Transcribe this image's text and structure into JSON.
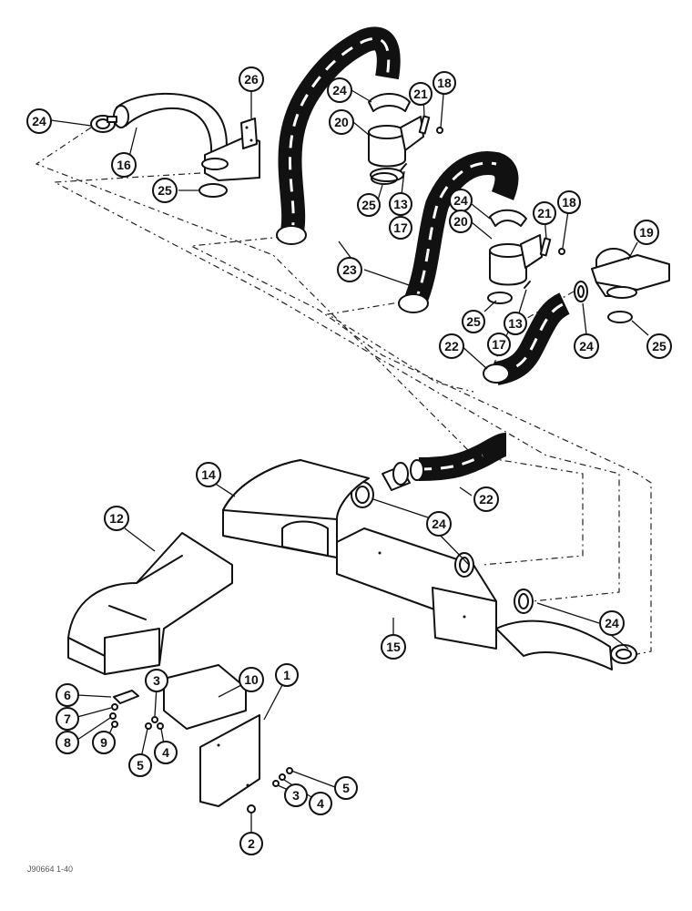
{
  "figure_ref": "J90664 1-40",
  "callouts": {
    "c1": "1",
    "c2": "2",
    "c3a": "3",
    "c3b": "3",
    "c4a": "4",
    "c4b": "4",
    "c5a": "5",
    "c5b": "5",
    "c6": "6",
    "c7": "7",
    "c8": "8",
    "c9": "9",
    "c10": "10",
    "c12": "12",
    "c13a": "13",
    "c13b": "13",
    "c14": "14",
    "c15": "15",
    "c16": "16",
    "c17a": "17",
    "c17b": "17",
    "c18a": "18",
    "c18b": "18",
    "c19": "19",
    "c20a": "20",
    "c20b": "20",
    "c21a": "21",
    "c21b": "21",
    "c22a": "22",
    "c22b": "22",
    "c23": "23",
    "c24a": "24",
    "c24b": "24",
    "c24c": "24",
    "c24d": "24",
    "c24e": "24",
    "c24f": "24",
    "c25a": "25",
    "c25b": "25",
    "c25c": "25",
    "c25d": "25",
    "c26": "26"
  }
}
